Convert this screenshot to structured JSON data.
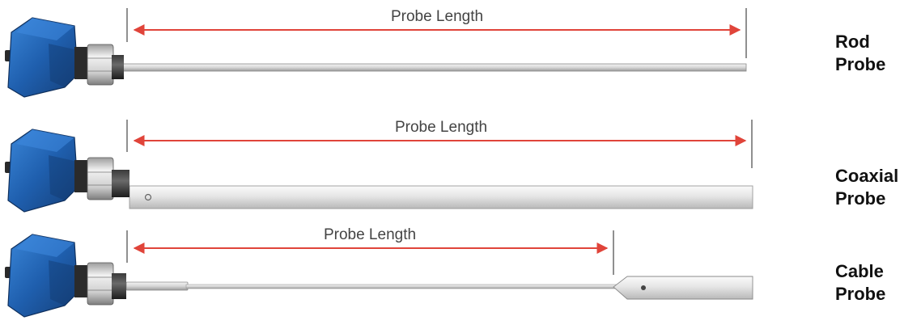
{
  "probes": [
    {
      "name_line1": "Rod",
      "name_line2": "Probe",
      "dimension_label": "Probe Length",
      "type": "rod"
    },
    {
      "name_line1": "Coaxial",
      "name_line2": "Probe",
      "dimension_label": "Probe Length",
      "type": "coaxial"
    },
    {
      "name_line1": "Cable",
      "name_line2": "Probe",
      "dimension_label": "Probe Length",
      "type": "cable"
    }
  ],
  "colors": {
    "housing_blue": "#1f5fae",
    "housing_blue_dark": "#174b8c",
    "arrow_red": "#e0443a",
    "probe_grey": "#d9dadb",
    "outline_grey": "#8a8a8a"
  }
}
